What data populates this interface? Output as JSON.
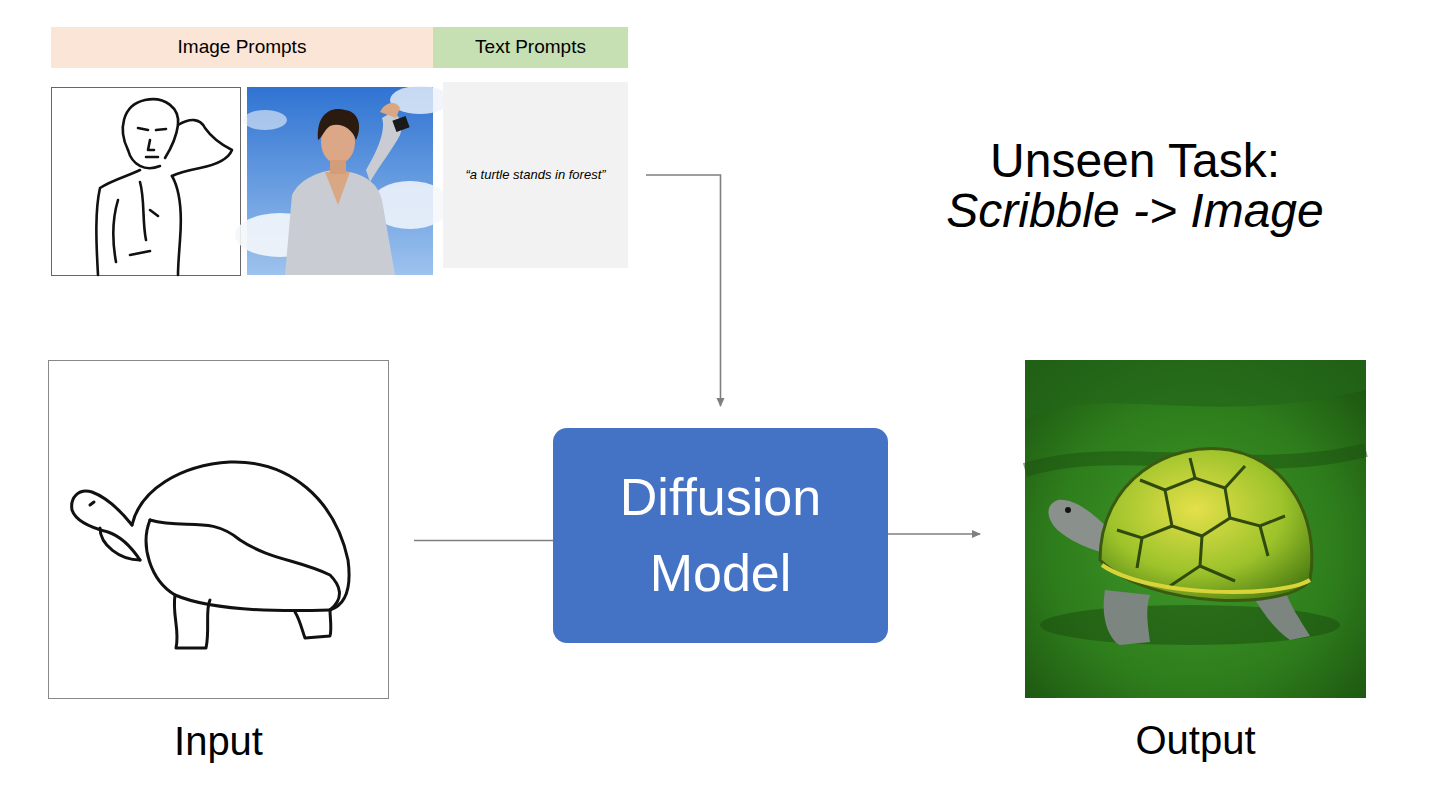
{
  "diagram": {
    "nodes": [
      {
        "text": [
          "Image Prompts"
        ]
      },
      {
        "text": [
          "Text Prompts"
        ]
      },
      {
        "text": [
          "“a turtle stands in forest”"
        ]
      },
      {
        "text": [
          "Diffusion Model"
        ]
      },
      {
        "text": [
          "Input"
        ]
      },
      {
        "text": [
          "Output"
        ]
      }
    ],
    "edges": [
      {
        "from": 2,
        "to": 3,
        "arrow": "to"
      },
      {
        "from": 4,
        "to": 3,
        "arrow": "none"
      },
      {
        "from": 3,
        "to": 5,
        "arrow": "to"
      }
    ],
    "labels": [
      "Unseen Task:",
      "Scribble -> Image"
    ]
  }
}
